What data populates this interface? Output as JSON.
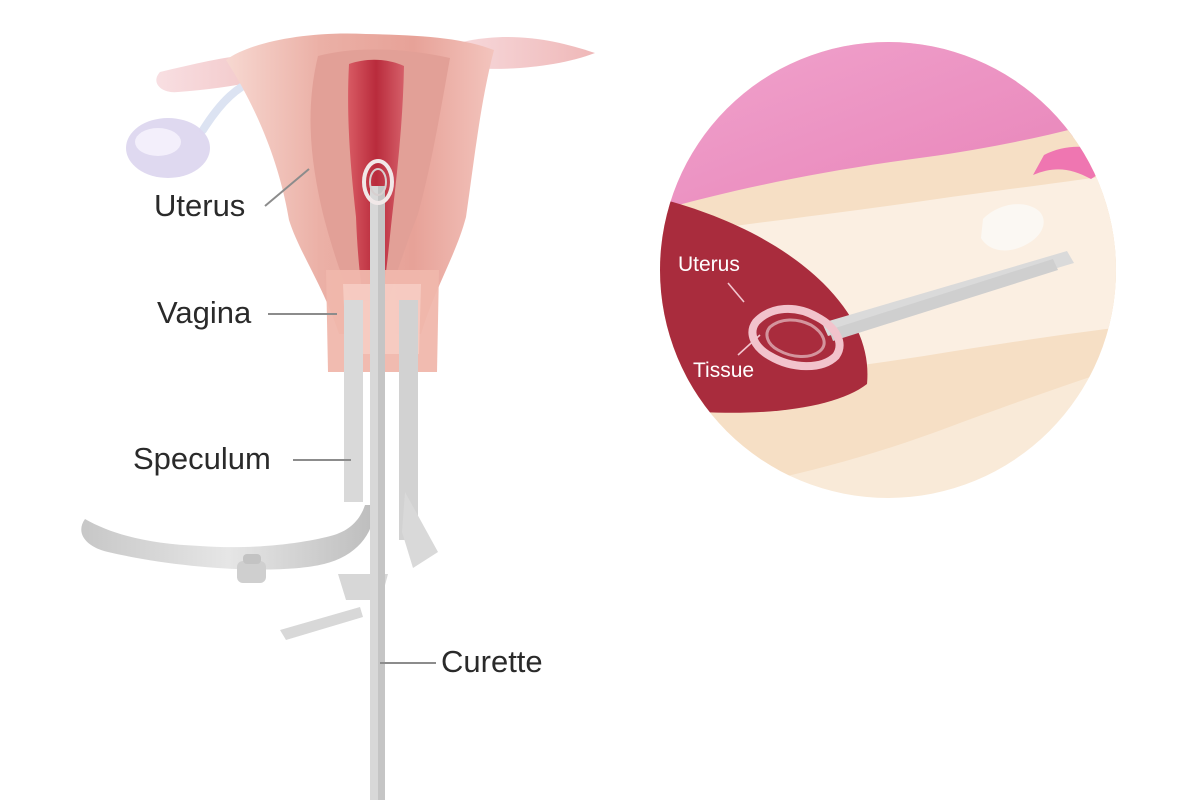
{
  "labels": {
    "uterus": "Uterus",
    "vagina": "Vagina",
    "speculum": "Speculum",
    "curette": "Curette"
  },
  "inset": {
    "uterus": "Uterus",
    "tissue": "Tissue"
  },
  "colors": {
    "uterus_outer": "#f3c4bd",
    "uterus_mid": "#e9a8a0",
    "uterine_cavity": "#b8303f",
    "vagina_tissue": "#efb8ad",
    "ovary": "#ddd7ef",
    "instrument": "#d8d8d8",
    "instrument_shadow": "#b9b9b9",
    "inset_background": "#f8ead7",
    "inset_pink": "#ef8fc1",
    "inset_uterus": "#a82c3c"
  }
}
